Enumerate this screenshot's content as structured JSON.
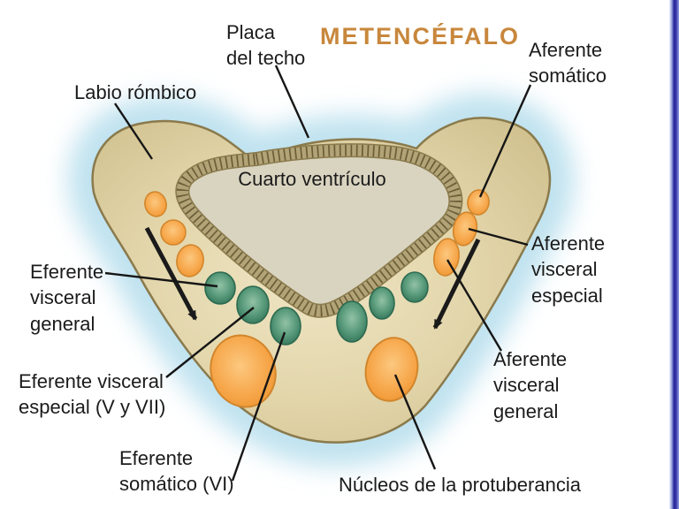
{
  "title": "METENCÉFALO",
  "labels": {
    "labio_rombico": "Labio rómbico",
    "placa_del_techo": "Placa\ndel techo",
    "aferente_somatico": "Aferente\nsomático",
    "cuarto_ventriculo": "Cuarto ventrículo",
    "aferente_visceral_especial": "Aferente\nvisceral\nespecial",
    "aferente_visceral_general": "Aferente\nvisceral\ngeneral",
    "eferente_visceral_general": "Eferente\nvisceral\ngeneral",
    "eferente_visceral_especial": "Eferente visceral\nespecial (V y VII)",
    "eferente_somatico": "Eferente\nsomático (VI)",
    "nucleos_protuberancia": "Núcleos de la protuberancia"
  },
  "colors": {
    "title_orange": "#c8873c",
    "tissue_tan": "#ddd1a6",
    "tissue_edge": "#8a7a4c",
    "ventricle_fill": "#d9d4c0",
    "membrane_band": "#b3a478",
    "membrane_tick": "#6b5e37",
    "nucleus_orange": "#f7a94e",
    "nucleus_green": "#5a9c7c",
    "glow_blue": "#c9e7f3",
    "border_navy": "#23239b",
    "border_light": "#93a1e0",
    "text_black": "#1b1b1b"
  }
}
